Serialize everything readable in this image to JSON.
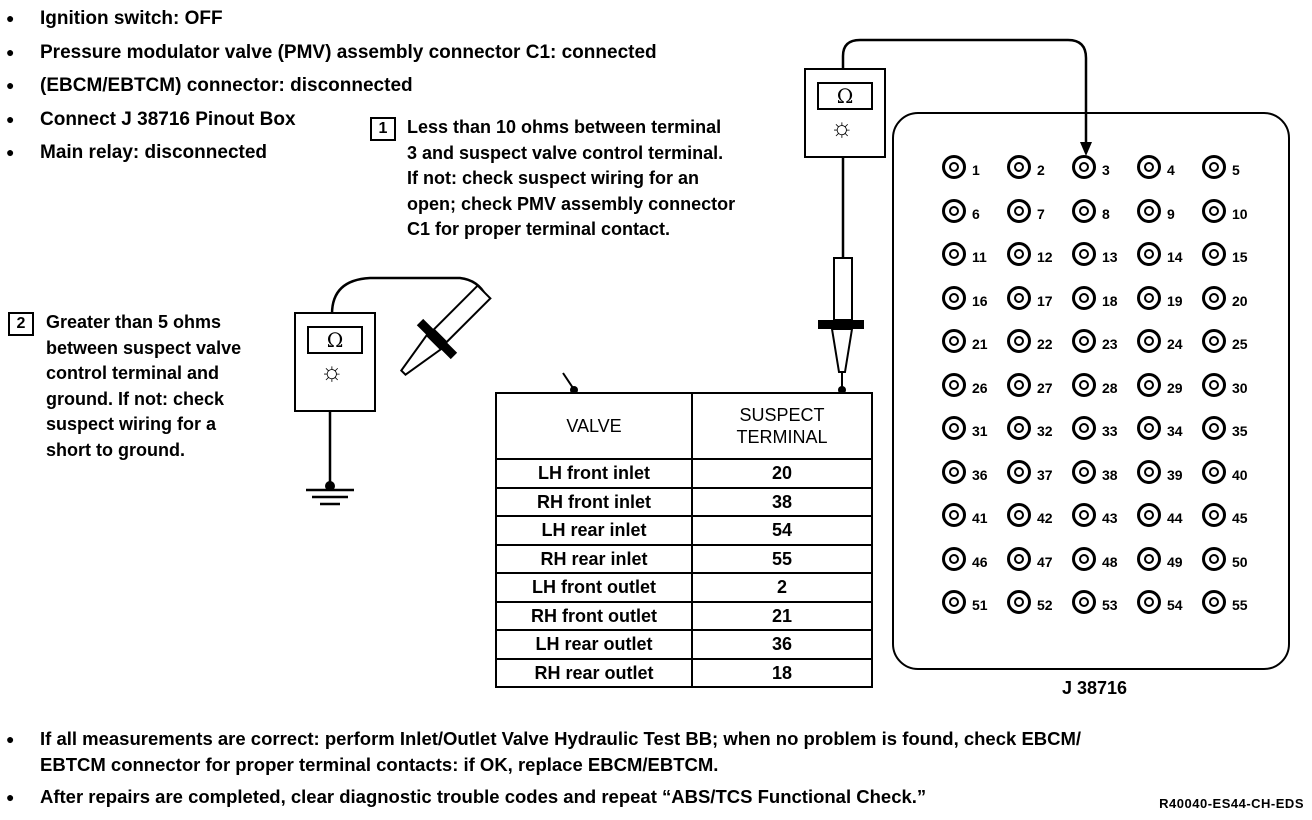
{
  "conditions": [
    "Ignition switch: OFF",
    "Pressure modulator valve (PMV) assembly connector C1: connected",
    "(EBCM/EBTCM) connector: disconnected",
    "Connect J 38716 Pinout Box",
    "Main relay: disconnected"
  ],
  "step1": {
    "number": "1",
    "lines": [
      "Less than 10 ohms between terminal",
      "3 and suspect valve control terminal.",
      "If not: check suspect wiring for an",
      "open; check PMV assembly connector",
      "C1 for proper terminal contact."
    ]
  },
  "step2": {
    "number": "2",
    "lines": [
      "Greater than 5 ohms",
      "between suspect valve",
      "control terminal and",
      "ground. If not: check",
      "suspect wiring for a",
      "short to ground."
    ]
  },
  "meter": {
    "symbol": "Ω",
    "light_icon": "☼"
  },
  "table": {
    "header_valve": "VALVE",
    "header_terminal_1": "SUSPECT",
    "header_terminal_2": "TERMINAL",
    "rows": [
      {
        "valve": "LH front inlet",
        "terminal": "20"
      },
      {
        "valve": "RH front inlet",
        "terminal": "38"
      },
      {
        "valve": "LH rear inlet",
        "terminal": "54"
      },
      {
        "valve": "RH rear inlet",
        "terminal": "55"
      },
      {
        "valve": "LH front outlet",
        "terminal": "2"
      },
      {
        "valve": "RH front outlet",
        "terminal": "21"
      },
      {
        "valve": "LH rear outlet",
        "terminal": "36"
      },
      {
        "valve": "RH rear outlet",
        "terminal": "18"
      }
    ]
  },
  "pinout": {
    "label": "J 38716",
    "pins": [
      "1",
      "2",
      "3",
      "4",
      "5",
      "6",
      "7",
      "8",
      "9",
      "10",
      "11",
      "12",
      "13",
      "14",
      "15",
      "16",
      "17",
      "18",
      "19",
      "20",
      "21",
      "22",
      "23",
      "24",
      "25",
      "26",
      "27",
      "28",
      "29",
      "30",
      "31",
      "32",
      "33",
      "34",
      "35",
      "36",
      "37",
      "38",
      "39",
      "40",
      "41",
      "42",
      "43",
      "44",
      "45",
      "46",
      "47",
      "48",
      "49",
      "50",
      "51",
      "52",
      "53",
      "54",
      "55"
    ]
  },
  "footer": [
    "If all measurements are correct: perform Inlet/Outlet Valve Hydraulic Test BB; when no problem is found, check EBCM/",
    "EBTCM connector for proper terminal contacts: if OK, replace EBCM/EBTCM.",
    "After repairs are completed, clear diagnostic trouble codes and repeat “ABS/TCS Functional Check.”"
  ],
  "figure_code": "R40040-ES44-CH-EDS"
}
